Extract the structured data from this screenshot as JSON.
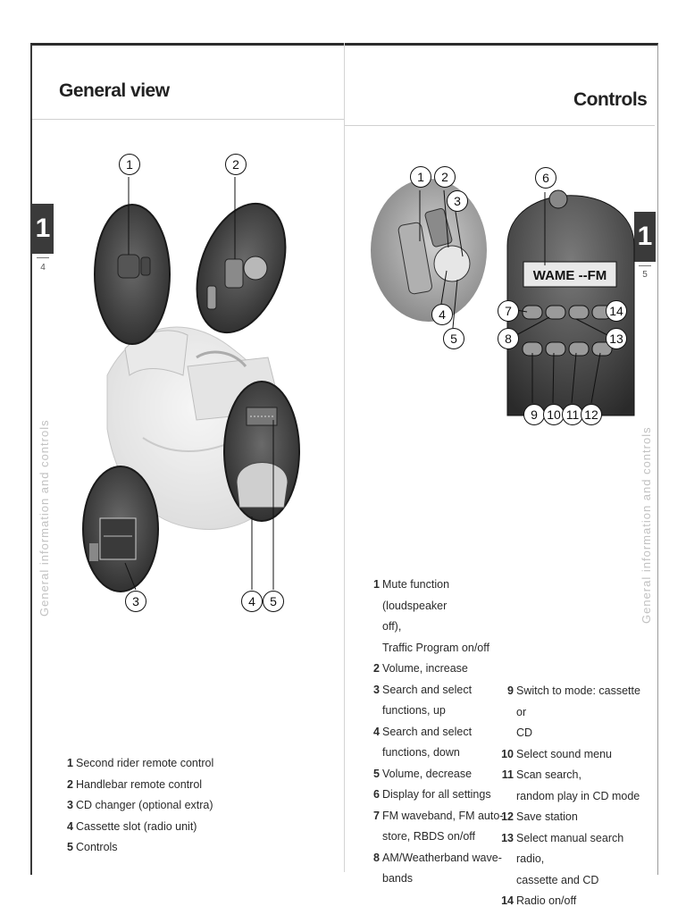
{
  "left_page": {
    "title": "General view",
    "tab_number": "1",
    "page_number": "4",
    "side_text": "General information and controls",
    "callouts": [
      "1",
      "2",
      "3",
      "4",
      "5"
    ],
    "legend": [
      {
        "num": "1",
        "text": "Second rider remote control"
      },
      {
        "num": "2",
        "text": "Handlebar remote control"
      },
      {
        "num": "3",
        "text": "CD changer (optional extra)"
      },
      {
        "num": "4",
        "text": "Cassette slot (radio unit)"
      },
      {
        "num": "5",
        "text": "Controls"
      }
    ]
  },
  "right_page": {
    "title": "Controls",
    "tab_number": "1",
    "page_number": "5",
    "side_text": "General information and controls",
    "display_text": "WAME --FM",
    "callouts": [
      "1",
      "2",
      "3",
      "4",
      "5",
      "6",
      "7",
      "8",
      "9",
      "10",
      "11",
      "12",
      "13",
      "14"
    ],
    "legend_left": [
      {
        "num": "1",
        "lines": [
          "Mute function (loudspeaker",
          "off),",
          "Traffic Program on/off"
        ]
      },
      {
        "num": "2",
        "lines": [
          "Volume, increase"
        ]
      },
      {
        "num": "3",
        "lines": [
          "Search and select",
          "functions, up"
        ]
      },
      {
        "num": "4",
        "lines": [
          "Search and select",
          "functions, down"
        ]
      },
      {
        "num": "5",
        "lines": [
          "Volume, decrease"
        ]
      },
      {
        "num": "6",
        "lines": [
          "Display for all settings"
        ]
      },
      {
        "num": "7",
        "lines": [
          "FM waveband, FM auto-",
          "store, RBDS on/off"
        ]
      },
      {
        "num": "8",
        "lines": [
          "AM/Weatherband wave-",
          "bands"
        ]
      }
    ],
    "legend_right": [
      {
        "num": "9",
        "lines": [
          "Switch to mode: cassette or",
          "CD"
        ]
      },
      {
        "num": "10",
        "lines": [
          "Select sound menu"
        ]
      },
      {
        "num": "11",
        "lines": [
          "Scan search,",
          "random play in CD mode"
        ]
      },
      {
        "num": "12",
        "lines": [
          "Save station"
        ]
      },
      {
        "num": "13",
        "lines": [
          "Select manual search radio,",
          "cassette and CD"
        ]
      },
      {
        "num": "14",
        "lines": [
          "Radio on/off"
        ]
      }
    ]
  }
}
